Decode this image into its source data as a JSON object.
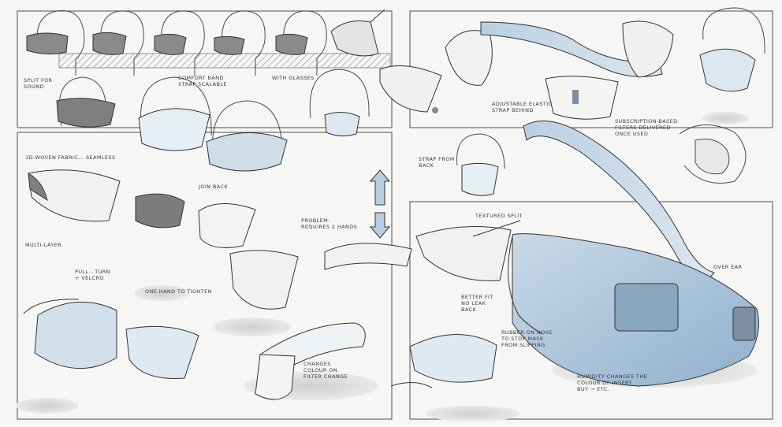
{
  "annotations": {
    "split_for_sound": "Split for sound",
    "comfort_band": "Comfort band\nstrap scalable",
    "with_glasses": "with glasses",
    "adjustable_strap": "Adjustable elastic\nstrap behind",
    "subscription_filters": "Subscription-based\nfilters delivered\nonce used",
    "woven_fabric": "3D-woven fabric... seamless",
    "strap_from_back": "Strap from\nback",
    "join_back": "Join back",
    "textured_split": "Textured split",
    "problem_two_hands": "Problem:\nrequires 2 hands",
    "multi_layer": "Multi-layer",
    "pull_turn_velcro": "Pull - turn\n+ velcro",
    "one_hand_tighten": "One hand to tighten",
    "over_ear": "Over ear",
    "better_fit": "Better fit\nno leak\nback",
    "rubber_on_nose": "Rubber on nose\nto stop mask\nfrom slipping",
    "changes_colour": "Changes\ncolour on\nfilter change",
    "humidity_changes": "Humidity changes the\ncolour of insert\nbuy → etc."
  },
  "palette": {
    "ink": "#3a3a3a",
    "ink_light": "#8a8a8a",
    "paper": "#f6f6f4",
    "blue_tint": "#a9c3d9",
    "blue_deep": "#7f9fbd",
    "shadow": "#d4d4d4",
    "hatch": "#9a9a9a"
  }
}
